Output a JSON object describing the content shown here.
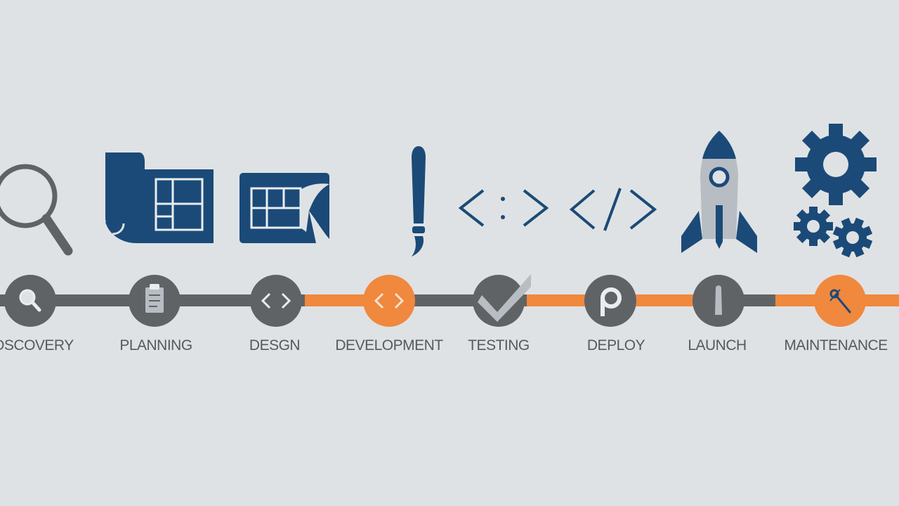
{
  "colors": {
    "background": "#dfe2e4",
    "navy": "#1b4a78",
    "gray": "#5f6366",
    "orange": "#f0883e",
    "light_gray": "#b7bdc3"
  },
  "top_icons": [
    "magnifier-icon",
    "book-blueprint-icon",
    "blueprint-plan-icon",
    "paintbrush-icon",
    "code-colon-icon",
    "code-slash-icon",
    "rocket-icon",
    "gears-icon"
  ],
  "timeline": {
    "steps": [
      {
        "label": "DSCOVERY",
        "icon": "search-icon",
        "color": "gray"
      },
      {
        "label": "PLANNING",
        "icon": "document-icon",
        "color": "gray"
      },
      {
        "label": "DESGN",
        "icon": "code-icon",
        "color": "gray"
      },
      {
        "label": "DEVELOPMENT",
        "icon": "code-icon",
        "color": "orange"
      },
      {
        "label": "TESTING",
        "icon": "checkmark-icon",
        "color": "gray"
      },
      {
        "label": "DEPLOY",
        "icon": "p-icon",
        "color": "gray"
      },
      {
        "label": "LAUNCH",
        "icon": "rocket-icon",
        "color": "gray"
      },
      {
        "label": "MAINTENANCE",
        "icon": "wrench-icon",
        "color": "orange"
      }
    ]
  }
}
